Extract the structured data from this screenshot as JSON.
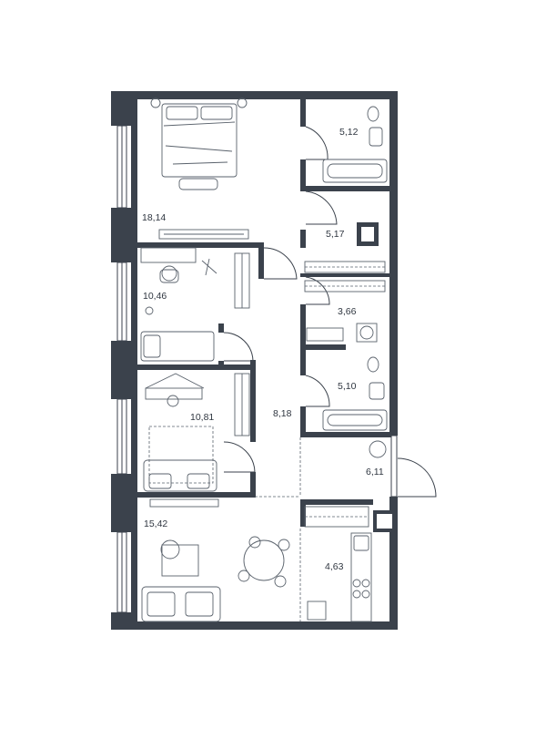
{
  "rooms": [
    {
      "id": "bedroom-1",
      "area": "18,14"
    },
    {
      "id": "bathroom-1",
      "area": "5,12"
    },
    {
      "id": "corridor-upper",
      "area": "5,17"
    },
    {
      "id": "bedroom-2",
      "area": "10,46"
    },
    {
      "id": "storage",
      "area": "3,66"
    },
    {
      "id": "bathroom-2",
      "area": "5,10"
    },
    {
      "id": "bedroom-3",
      "area": "10,81"
    },
    {
      "id": "hall",
      "area": "8,18"
    },
    {
      "id": "entrance",
      "area": "6,11"
    },
    {
      "id": "living-room",
      "area": "15,42"
    },
    {
      "id": "kitchen",
      "area": "4,63"
    }
  ],
  "colors": {
    "wall": "#3b424c",
    "furniture": "#5a626c",
    "label": "#2f3640",
    "background": "#ffffff"
  }
}
